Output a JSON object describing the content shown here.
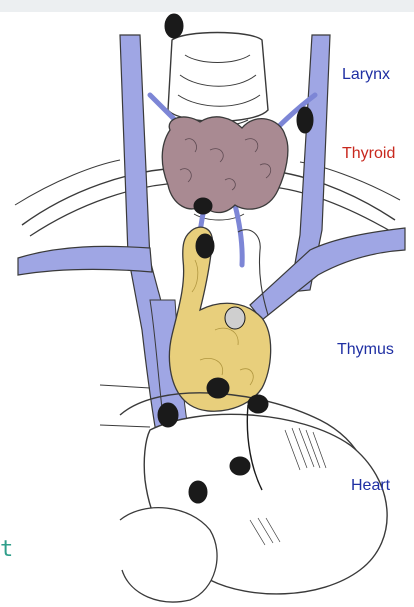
{
  "labels": {
    "larynx": "Larynx",
    "thyroid": "Thyroid",
    "thymus": "Thymus",
    "heart": "Heart"
  },
  "edge_text": "t",
  "colors": {
    "larynx_label": "#1f2fa3",
    "thyroid_label": "#c8281e",
    "thymus_label": "#1f2fa3",
    "heart_label": "#1f2fa3",
    "vein": "#9fa6e4",
    "thyroid_gland": "#a98a92",
    "thymus_gland": "#e8cf7c",
    "lymph_node": "#1a1a1a",
    "outline": "#3a3a3a"
  }
}
